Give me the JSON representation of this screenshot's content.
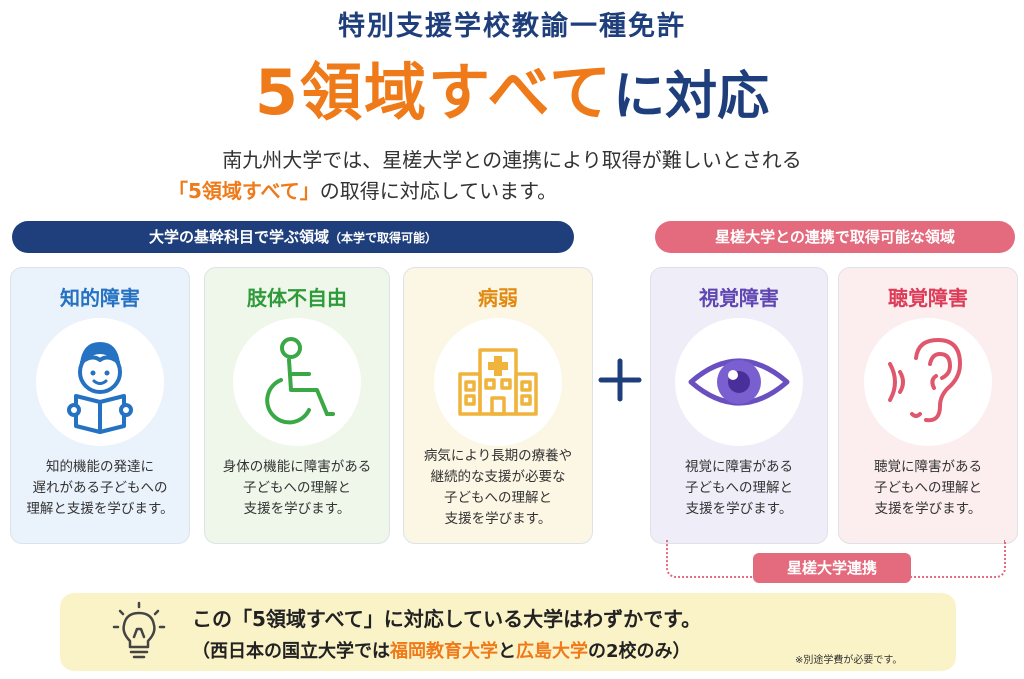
{
  "header": {
    "subtitle": "特別支援学校教諭一種免許",
    "headline_highlight": "5領域すべて",
    "headline_rest": "に対応",
    "lead_line1": "南九州大学では、星槎大学との連携により取得が難しいとされる",
    "lead_line2_highlight": "「5領域すべて」",
    "lead_line2_rest": "の取得に対応しています。"
  },
  "groups": {
    "core_label": "大学の基幹科目で学ぶ領域",
    "core_note": "（本学で取得可能）",
    "partner_label": "星槎大学との連携で取得可能な領域",
    "link_label": "星槎大学連携"
  },
  "cards": [
    {
      "title": "知的障害",
      "icon": "child-reading-icon",
      "desc": [
        "知的機能の発達に",
        "遅れがある子どもへの",
        "理解と支援を学びます。"
      ]
    },
    {
      "title": "肢体不自由",
      "icon": "wheelchair-icon",
      "desc": [
        "身体の機能に障害がある",
        "子どもへの理解と",
        "支援を学びます。"
      ]
    },
    {
      "title": "病弱",
      "icon": "hospital-icon",
      "desc": [
        "病気により長期の療養や",
        "継続的な支援が必要な",
        "子どもへの理解と",
        "支援を学びます。"
      ]
    },
    {
      "title": "視覚障害",
      "icon": "eye-icon",
      "desc": [
        "視覚に障害がある",
        "子どもへの理解と",
        "支援を学びます。"
      ]
    },
    {
      "title": "聴覚障害",
      "icon": "ear-icon",
      "desc": [
        "聴覚に障害がある",
        "子どもへの理解と",
        "支援を学びます。"
      ]
    }
  ],
  "plus_icon": "plus-icon",
  "note": {
    "icon": "lightbulb-icon",
    "line1": "この「5領域すべて」に対応している大学はわずかです。",
    "line2_prefix": "（西日本の国立大学では",
    "university1": "福岡教育大学",
    "line2_mid": "と",
    "university2": "広島大学",
    "line2_suffix": "の2校のみ）",
    "footnote": "※別途学費が必要です。"
  },
  "colors": {
    "navy": "#1f3f7c",
    "orange": "#ef7a1a",
    "pink": "#e36b7d",
    "blue": "#2572c2",
    "green": "#2f9a3a",
    "amber": "#e08a12",
    "purple": "#5f46b0",
    "red": "#dd3c58"
  }
}
